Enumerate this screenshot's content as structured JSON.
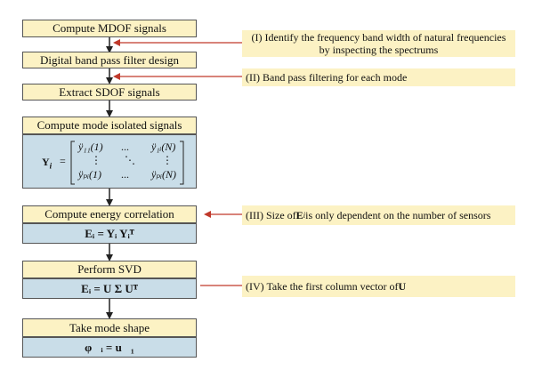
{
  "steps": {
    "s1": "Compute MDOF signals",
    "s2": "Digital band pass filter design",
    "s3": "Extract SDOF signals",
    "s4": "Compute mode isolated signals",
    "s5": "Compute energy correlation",
    "s6": "Perform SVD",
    "s7": "Take mode shape"
  },
  "notes": {
    "n1_line1": "(I) Identify the frequency band width of natural frequencies",
    "n1_line2": "by inspecting the spectrums",
    "n2": "(II) Band pass filtering for each mode",
    "n3_pre": "(III) Size of ",
    "n3_sym": "E",
    "n3_sub": "i",
    "n3_post": " is only dependent on the number of sensors",
    "n4_pre": "(IV) Take the first column vector of ",
    "n4_sym": "U"
  },
  "matrix": {
    "lhs_sym": "Y",
    "lhs_sub": "i",
    "eq": "=",
    "r1c1": "ÿ₁₁(1)",
    "r1c2": "...",
    "r1c3": "ÿ₁ᵢ(N)",
    "r2c1": "⋮",
    "r2c2": "⋱",
    "r2c3": "⋮",
    "r3c1": "ÿₚᵢ(1)",
    "r3c2": "...",
    "r3c3": "ÿₚᵢ(N)"
  },
  "formulas": {
    "f5": "Eᵢ = Yᵢ Yᵢᵀ",
    "f6": "Eᵢ = U Σ Uᵀ",
    "f7": "φ⃗ᵢ = u⃗₁"
  },
  "colors": {
    "step_fill": "#fcf2c4",
    "formula_fill": "#c9dde8",
    "note_arrow": "#c0392b",
    "flow_arrow": "#222222"
  }
}
